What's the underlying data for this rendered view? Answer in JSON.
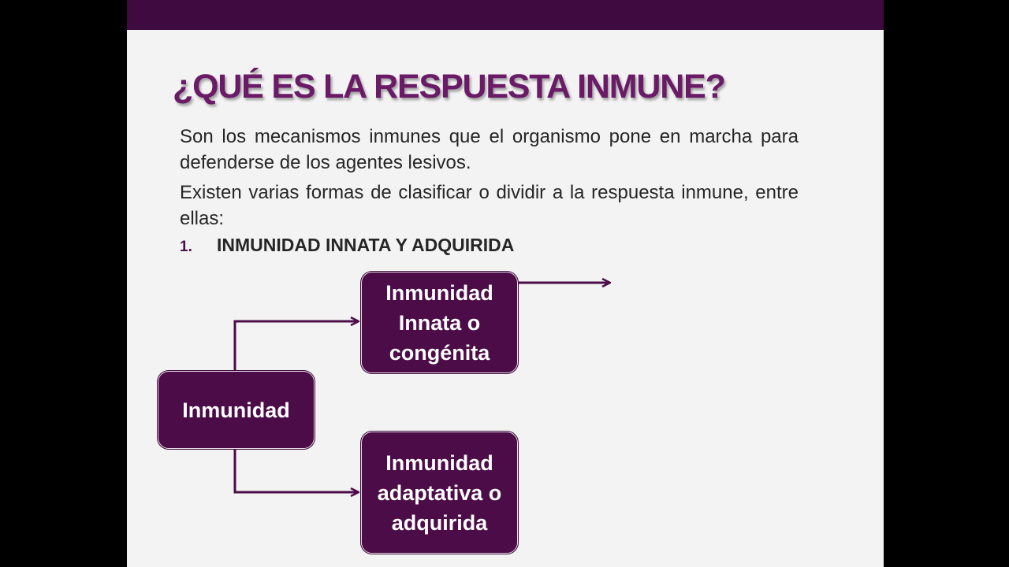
{
  "slide": {
    "title": "¿QUÉ ES LA RESPUESTA INMUNE?",
    "paragraph_1": "Son los mecanismos inmunes que el organismo pone en marcha para defenderse de los agentes lesivos.",
    "paragraph_2": "Existen varias formas de clasificar o dividir a la respuesta inmune, entre ellas:",
    "list": [
      {
        "number": "1.",
        "text": "INMUNIDAD INNATA Y ADQUIRIDA"
      }
    ]
  },
  "diagram": {
    "root": "Inmunidad",
    "branches": [
      {
        "label": "Inmunidad Innata o congénita"
      },
      {
        "label": "Inmunidad adaptativa o adquirida"
      }
    ]
  },
  "colors": {
    "top_bar": "#3f0a40",
    "title": "#6a1a66",
    "box_fill": "#4c0c48",
    "connector": "#4c0c48",
    "slide_background": "#f3f3f3"
  }
}
